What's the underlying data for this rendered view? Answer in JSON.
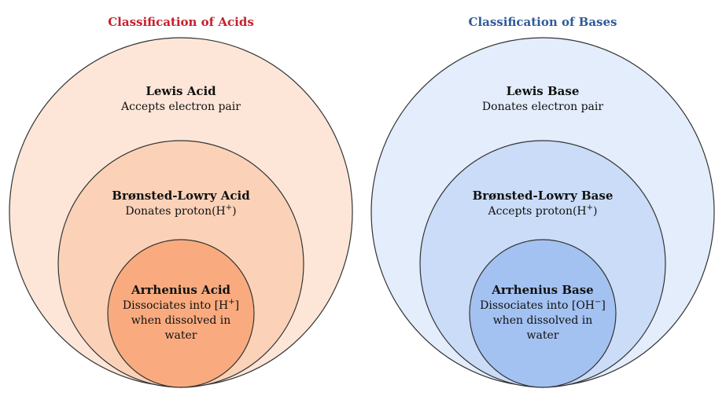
{
  "colors": {
    "acid_title": "#c8202e",
    "base_title": "#2e5a9a",
    "acid_outer": "#fde6d8",
    "acid_middle": "#fbd2b8",
    "acid_inner": "#f9ab7f",
    "base_outer": "#e3edfb",
    "base_middle": "#cadcf7",
    "base_inner": "#a3c2f2",
    "stroke": "#333333"
  },
  "acids": {
    "title": "Classification of Acids",
    "lewis": {
      "heading": "Lewis Acid",
      "description": "Accepts electron pair"
    },
    "bronsted": {
      "heading": "Brønsted-Lowry Acid",
      "description": "Donates proton(H",
      "sup": "+",
      "tail": ")"
    },
    "arrhenius": {
      "heading": "Arrhenius Acid",
      "line1": "Dissociates into [H",
      "line1_sup": "+",
      "line1_tail": "]",
      "line2": "when dissolved in",
      "line3": "water"
    }
  },
  "bases": {
    "title": "Classification of Bases",
    "lewis": {
      "heading": "Lewis Base",
      "description": "Donates electron pair"
    },
    "bronsted": {
      "heading": "Brønsted-Lowry Base",
      "description": "Accepts proton(H",
      "sup": "+",
      "tail": ")"
    },
    "arrhenius": {
      "heading": "Arrhenius Base",
      "line1": "Dissociates into [OH",
      "line1_sup": "−",
      "line1_tail": "]",
      "line2": "when dissolved in",
      "line3": "water"
    }
  }
}
